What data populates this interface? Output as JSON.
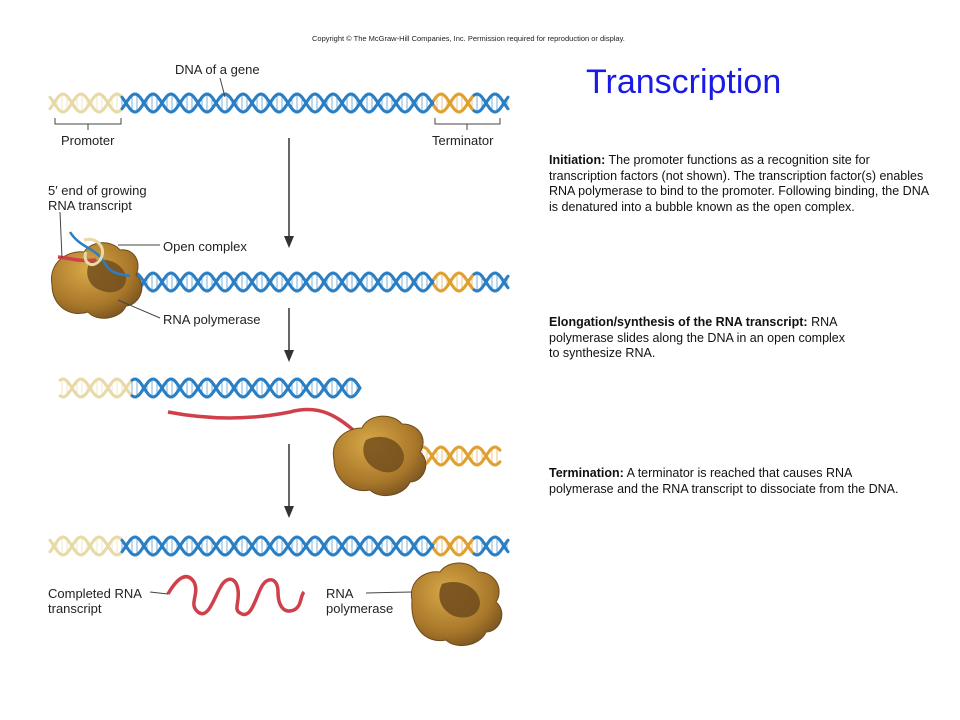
{
  "copyright": "Copyright © The McGraw-Hill Companies, Inc. Permission required for reproduction or display.",
  "title": "Transcription",
  "labels": {
    "dna_gene": "DNA of a gene",
    "promoter": "Promoter",
    "terminator": "Terminator",
    "five_prime_line1": "5′ end of growing",
    "five_prime_line2": "RNA transcript",
    "open_complex": "Open complex",
    "rna_polymerase": "RNA polymerase",
    "completed_line1": "Completed RNA",
    "completed_line2": "transcript",
    "rna_poly_line1": "RNA",
    "rna_poly_line2": "polymerase"
  },
  "steps": [
    {
      "heading": "Initiation:",
      "text": "The promoter functions as a recognition site for transcription factors (not shown). The transcription factor(s) enables RNA polymerase to bind to the promoter. Following binding, the DNA is denatured into a bubble known as the open complex."
    },
    {
      "heading": "Elongation/synthesis of the RNA transcript:",
      "text": "RNA polymerase slides along the DNA in an open complex to synthesize RNA."
    },
    {
      "heading": "Termination:",
      "text": "A terminator is reached that causes RNA polymerase and the RNA transcript to dissociate from the DNA."
    }
  ],
  "colors": {
    "dna_blue": "#2a7fc4",
    "dna_light": "#e8d9a8",
    "dna_orange": "#e0a030",
    "rna_red": "#d0404a",
    "polymerase": "#b8862a",
    "polymerase_dark": "#6e4a1c",
    "title_blue": "#1a1ae6"
  }
}
